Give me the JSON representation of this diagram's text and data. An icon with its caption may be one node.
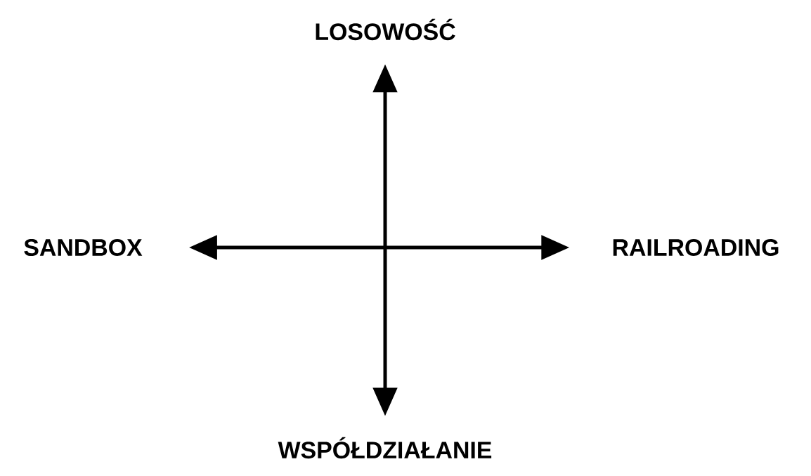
{
  "diagram": {
    "nodes": [
      {
        "text": [
          "LOSOWOŚĆ"
        ]
      },
      {
        "text": [
          "SANDBOX"
        ]
      },
      {
        "text": [
          "RAILROADING"
        ]
      },
      {
        "text": [
          "WSPÓŁDZIAŁANIE"
        ]
      }
    ],
    "edges": [
      {
        "from": 1,
        "to": 2,
        "arrow": "both"
      },
      {
        "from": 0,
        "to": 3,
        "arrow": "both"
      }
    ]
  }
}
